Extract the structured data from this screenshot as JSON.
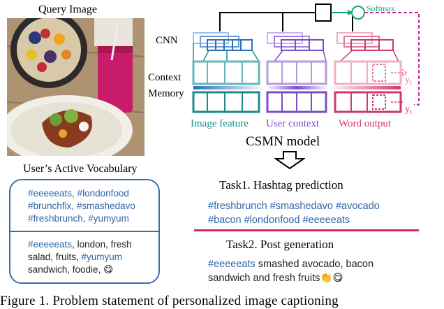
{
  "query": {
    "label": "Query Image"
  },
  "vocabulary": {
    "title": "User’s Active Vocabulary",
    "hashtags_lines": [
      "#eeeeeats, #londonfood",
      "#brunchfix, #smashedavo",
      "#freshbrunch, #yumyum"
    ],
    "words_lines": [
      [
        {
          "t": "#eeeeeats",
          "tag": true
        },
        {
          "t": ", london, fresh",
          "tag": false
        }
      ],
      [
        {
          "t": "salad, fruits, ",
          "tag": false
        },
        {
          "t": "#yumyum",
          "tag": true
        }
      ],
      [
        {
          "t": "sandwich, foodie, 😋",
          "tag": false
        }
      ]
    ]
  },
  "diagram": {
    "row_labels": {
      "cnn": "CNN",
      "context": "Context",
      "memory": "Memory"
    },
    "column_labels": {
      "image": "Image feature",
      "user": "User context",
      "word": "Word output"
    },
    "softmax_label": "Softmax",
    "yt_label": "y",
    "yt_sub": "t",
    "colors": {
      "image": "#1b8c8c",
      "user": "#7a4fc9",
      "word": "#d13a6a",
      "cnn_blue": "#2e6fbf",
      "softmax_green": "#1aa86a",
      "purple_dash": "#c02c9a"
    }
  },
  "model": {
    "label": "CSMN model"
  },
  "task1": {
    "label": "Task1. Hashtag prediction",
    "lines": [
      "#freshbrunch #smashedavo #avocado",
      "#bacon #londonfood #eeeeeats"
    ]
  },
  "task2": {
    "label": "Task2. Post generation",
    "lines": [
      [
        {
          "t": "#eeeeeats",
          "tag": true
        },
        {
          "t": " smashed avocado, bacon",
          "tag": false
        }
      ],
      [
        {
          "t": "sandwich and fresh fruits👏😋",
          "tag": false
        }
      ]
    ]
  },
  "caption": "Figure 1. Problem statement of personalized image captioning"
}
